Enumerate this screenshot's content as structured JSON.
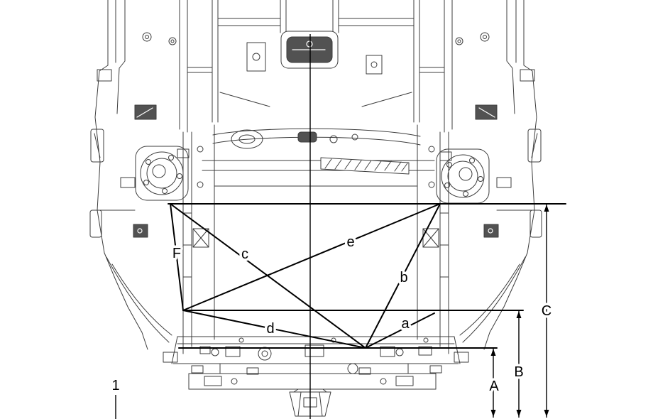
{
  "diagram": {
    "colors": {
      "background": "#ffffff",
      "drawing_line": "#3c3c3c",
      "measurement_line": "#000000"
    },
    "labels": {
      "point_F": "F",
      "span_a": "a",
      "span_b": "b",
      "span_c": "c",
      "span_d": "d",
      "span_e": "e",
      "dimension_A": "A",
      "dimension_B": "B",
      "dimension_C": "C",
      "callout_1": "1"
    }
  }
}
